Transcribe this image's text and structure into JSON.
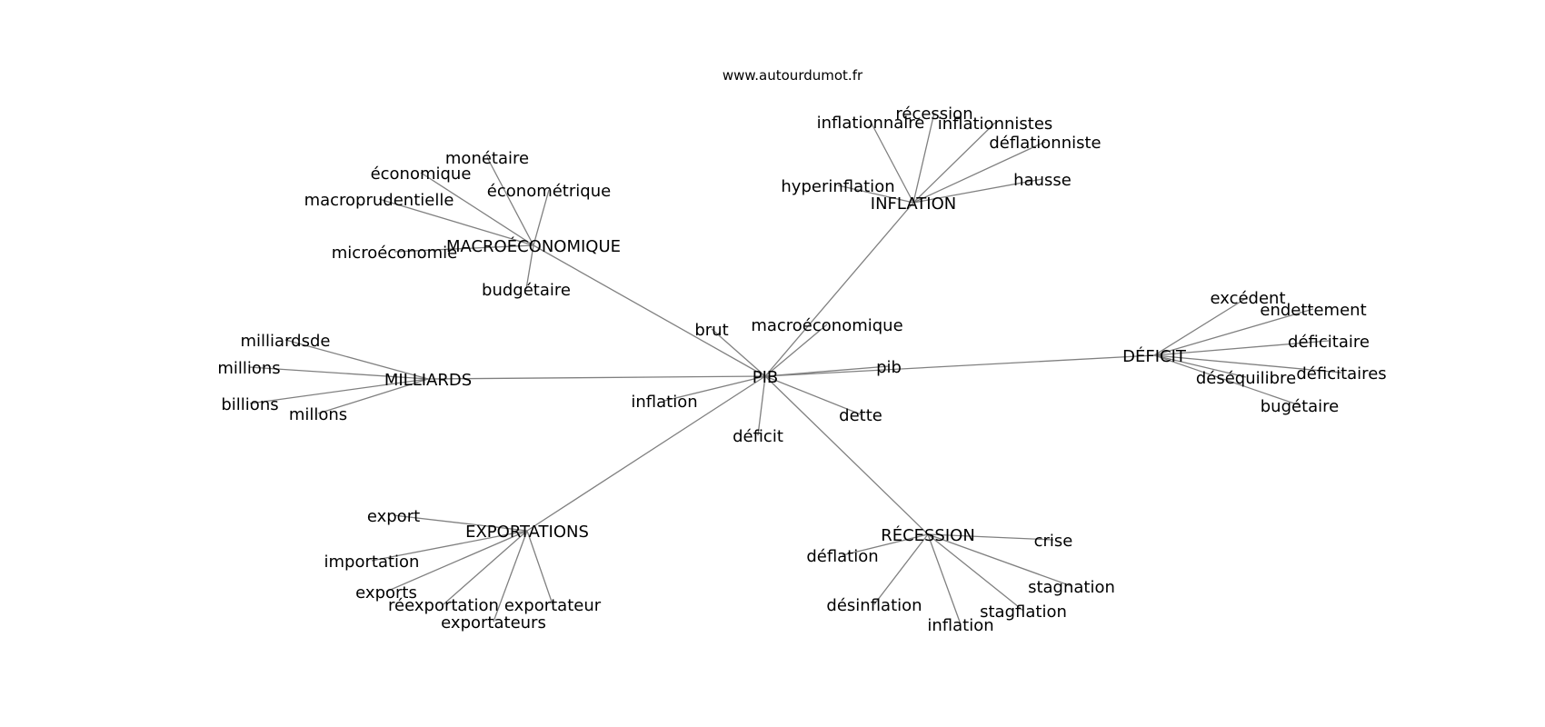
{
  "site": "www.autourdumot.fr",
  "edge_color": "#808080",
  "text_color": "#000000",
  "graph": {
    "center": "PIB",
    "nodes": [
      {
        "id": "PIB",
        "label": "PIB"
      },
      {
        "id": "brut",
        "label": "brut"
      },
      {
        "id": "macroeconomique",
        "label": "macroéconomique"
      },
      {
        "id": "pib",
        "label": "pib"
      },
      {
        "id": "inflation1",
        "label": "inflation"
      },
      {
        "id": "deficit",
        "label": "déficit"
      },
      {
        "id": "dette",
        "label": "dette"
      },
      {
        "id": "MACRO",
        "label": "MACROÉCONOMIQUE"
      },
      {
        "id": "monetaire",
        "label": "monétaire"
      },
      {
        "id": "economique",
        "label": "économique"
      },
      {
        "id": "econometrique",
        "label": "économétrique"
      },
      {
        "id": "macroprudentielle",
        "label": "macroprudentielle"
      },
      {
        "id": "microeconomie",
        "label": "microéconomie"
      },
      {
        "id": "budgetaire",
        "label": "budgétaire"
      },
      {
        "id": "INFLATION",
        "label": "INFLATION"
      },
      {
        "id": "inflationnaire",
        "label": "inflationnaire"
      },
      {
        "id": "recession1",
        "label": "récession"
      },
      {
        "id": "inflationnistes",
        "label": "inflationnistes"
      },
      {
        "id": "deflationniste",
        "label": "déflationniste"
      },
      {
        "id": "hyperinflation",
        "label": "hyperinflation"
      },
      {
        "id": "hausse",
        "label": "hausse"
      },
      {
        "id": "DEFICIT",
        "label": "DÉFICIT"
      },
      {
        "id": "excedent",
        "label": "excédent"
      },
      {
        "id": "endettement",
        "label": "endettement"
      },
      {
        "id": "deficitaire",
        "label": "déficitaire"
      },
      {
        "id": "deficitaires",
        "label": "déficitaires"
      },
      {
        "id": "desequilibre",
        "label": "déséquilibre"
      },
      {
        "id": "bugetaire",
        "label": "bugétaire"
      },
      {
        "id": "MILLIARDS",
        "label": "MILLIARDS"
      },
      {
        "id": "milliardsde",
        "label": "milliardsde"
      },
      {
        "id": "millions",
        "label": "millions"
      },
      {
        "id": "billions",
        "label": "billions"
      },
      {
        "id": "millons",
        "label": "millons"
      },
      {
        "id": "EXPORTATIONS",
        "label": "EXPORTATIONS"
      },
      {
        "id": "export",
        "label": "export"
      },
      {
        "id": "importation",
        "label": "importation"
      },
      {
        "id": "exports",
        "label": "exports"
      },
      {
        "id": "reexportation",
        "label": "réexportation"
      },
      {
        "id": "exportateur",
        "label": "exportateur"
      },
      {
        "id": "exportateurs",
        "label": "exportateurs"
      },
      {
        "id": "RECESSION",
        "label": "RÉCESSION"
      },
      {
        "id": "crise",
        "label": "crise"
      },
      {
        "id": "deflation",
        "label": "déflation"
      },
      {
        "id": "stagnation",
        "label": "stagnation"
      },
      {
        "id": "desinflation",
        "label": "désinflation"
      },
      {
        "id": "stagflation",
        "label": "stagflation"
      },
      {
        "id": "inflation2",
        "label": "inflation"
      }
    ],
    "edges": [
      [
        "PIB",
        "brut"
      ],
      [
        "PIB",
        "macroeconomique"
      ],
      [
        "PIB",
        "pib"
      ],
      [
        "PIB",
        "inflation1"
      ],
      [
        "PIB",
        "deficit"
      ],
      [
        "PIB",
        "dette"
      ],
      [
        "PIB",
        "MACRO"
      ],
      [
        "PIB",
        "INFLATION"
      ],
      [
        "PIB",
        "DEFICIT"
      ],
      [
        "PIB",
        "MILLIARDS"
      ],
      [
        "PIB",
        "EXPORTATIONS"
      ],
      [
        "PIB",
        "RECESSION"
      ],
      [
        "MACRO",
        "monetaire"
      ],
      [
        "MACRO",
        "economique"
      ],
      [
        "MACRO",
        "econometrique"
      ],
      [
        "MACRO",
        "macroprudentielle"
      ],
      [
        "MACRO",
        "microeconomie"
      ],
      [
        "MACRO",
        "budgetaire"
      ],
      [
        "INFLATION",
        "inflationnaire"
      ],
      [
        "INFLATION",
        "recession1"
      ],
      [
        "INFLATION",
        "inflationnistes"
      ],
      [
        "INFLATION",
        "deflationniste"
      ],
      [
        "INFLATION",
        "hyperinflation"
      ],
      [
        "INFLATION",
        "hausse"
      ],
      [
        "DEFICIT",
        "excedent"
      ],
      [
        "DEFICIT",
        "endettement"
      ],
      [
        "DEFICIT",
        "deficitaire"
      ],
      [
        "DEFICIT",
        "deficitaires"
      ],
      [
        "DEFICIT",
        "desequilibre"
      ],
      [
        "DEFICIT",
        "bugetaire"
      ],
      [
        "MILLIARDS",
        "milliardsde"
      ],
      [
        "MILLIARDS",
        "millions"
      ],
      [
        "MILLIARDS",
        "billions"
      ],
      [
        "MILLIARDS",
        "millons"
      ],
      [
        "EXPORTATIONS",
        "export"
      ],
      [
        "EXPORTATIONS",
        "importation"
      ],
      [
        "EXPORTATIONS",
        "exports"
      ],
      [
        "EXPORTATIONS",
        "reexportation"
      ],
      [
        "EXPORTATIONS",
        "exportateur"
      ],
      [
        "EXPORTATIONS",
        "exportateurs"
      ],
      [
        "RECESSION",
        "crise"
      ],
      [
        "RECESSION",
        "deflation"
      ],
      [
        "RECESSION",
        "stagnation"
      ],
      [
        "RECESSION",
        "desinflation"
      ],
      [
        "RECESSION",
        "stagflation"
      ],
      [
        "RECESSION",
        "inflation2"
      ]
    ]
  }
}
